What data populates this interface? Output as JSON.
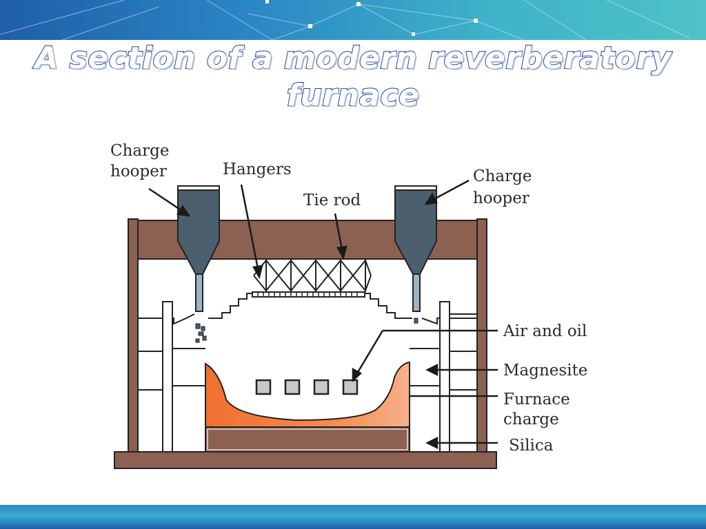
{
  "title": "A section of a modern reverberatory furnace",
  "labels": {
    "charge_hooper_left_line1": "Charge",
    "charge_hooper_left_line2": "hooper",
    "hangers": "Hangers",
    "tie_rod": "Tie rod",
    "charge_hooper_right_line1": "Charge",
    "charge_hooper_right_line2": "hooper",
    "air_and_oil": "Air and oil",
    "magnesite": "Magnesite",
    "furnace_charge_line1": "Furnace",
    "furnace_charge_line2": "charge",
    "silica": "Silica"
  },
  "colors": {
    "banner_blue": "#1f5fa8",
    "banner_teal": "#4ec2c6",
    "frame_brown": "#8c6152",
    "hopper_slate": "#4b5f6e",
    "charge_orange": "#f07838",
    "title_outline": "#1d3fa0"
  }
}
